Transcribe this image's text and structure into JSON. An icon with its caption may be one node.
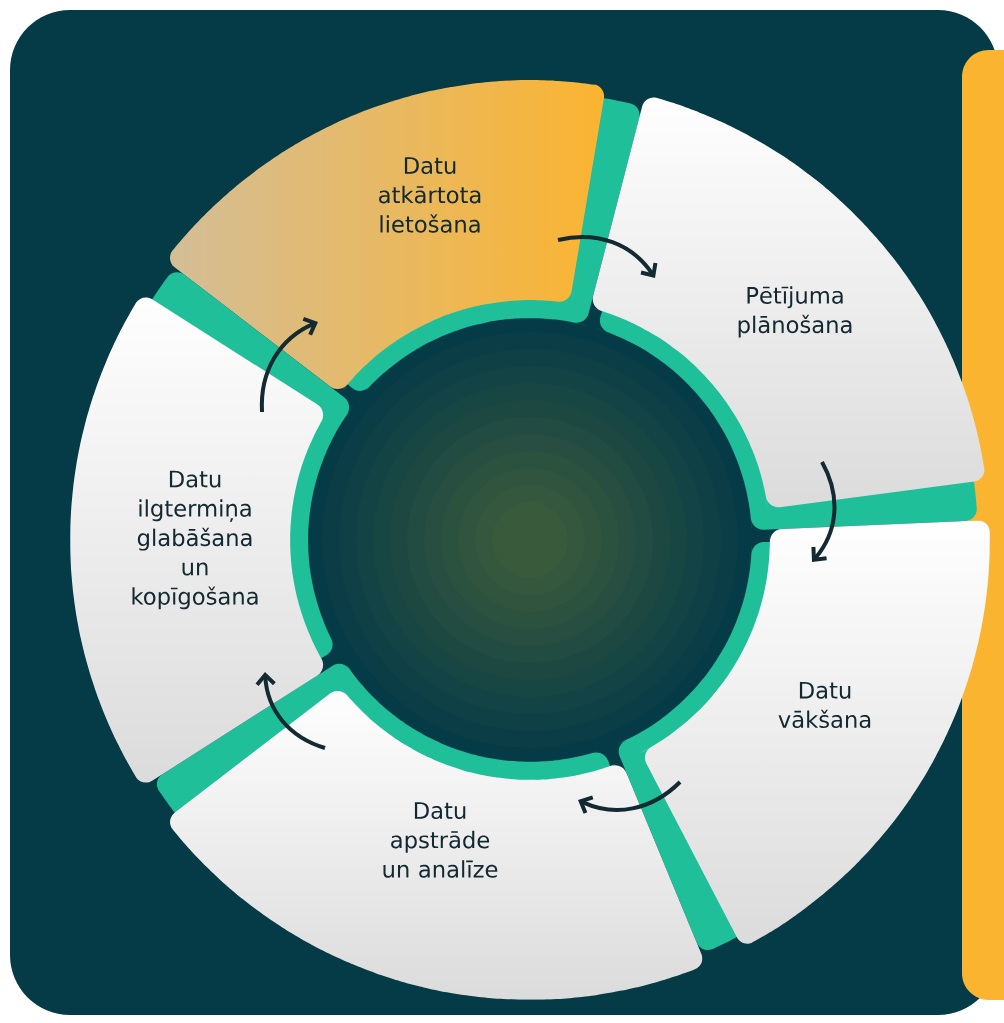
{
  "diagram": {
    "nodes": [
      {
        "text": [
          "Datu atkārtota lietošana"
        ]
      },
      {
        "text": [
          "Pētījuma plānošana"
        ]
      },
      {
        "text": [
          "Datu vākšana"
        ]
      },
      {
        "text": [
          "Datu apstrāde un analīze"
        ]
      },
      {
        "text": [
          "Datu ilgtermiņa glabāšana un kopīgošana"
        ]
      }
    ],
    "edges": [
      {
        "from": 0,
        "to": 1,
        "arrow": "to"
      },
      {
        "from": 1,
        "to": 2,
        "arrow": "to"
      },
      {
        "from": 2,
        "to": 3,
        "arrow": "to"
      },
      {
        "from": 3,
        "to": 4,
        "arrow": "to"
      },
      {
        "from": 4,
        "to": 0,
        "arrow": "to"
      }
    ]
  }
}
